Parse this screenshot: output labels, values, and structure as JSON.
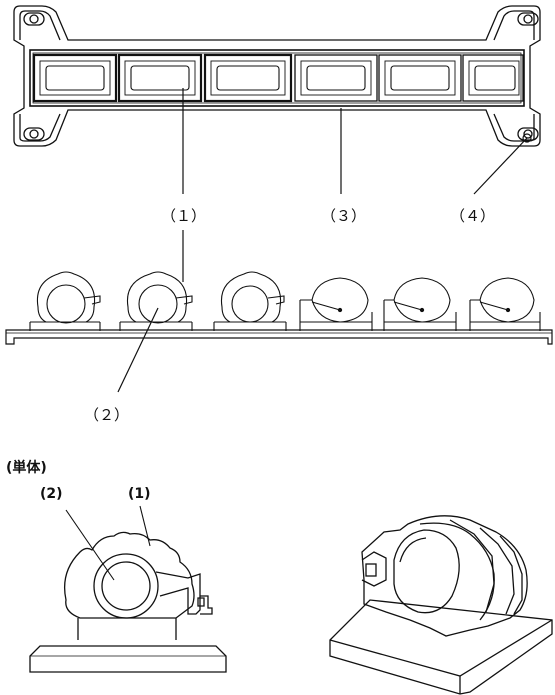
{
  "labels": {
    "top_1": "（１）",
    "top_3": "（３）",
    "top_4": "（４）",
    "mid_2": "（２）",
    "single_title": "(単体)",
    "single_2": "(2)",
    "single_1": "(1)"
  },
  "colors": {
    "line": "#111111",
    "background": "#ffffff"
  }
}
